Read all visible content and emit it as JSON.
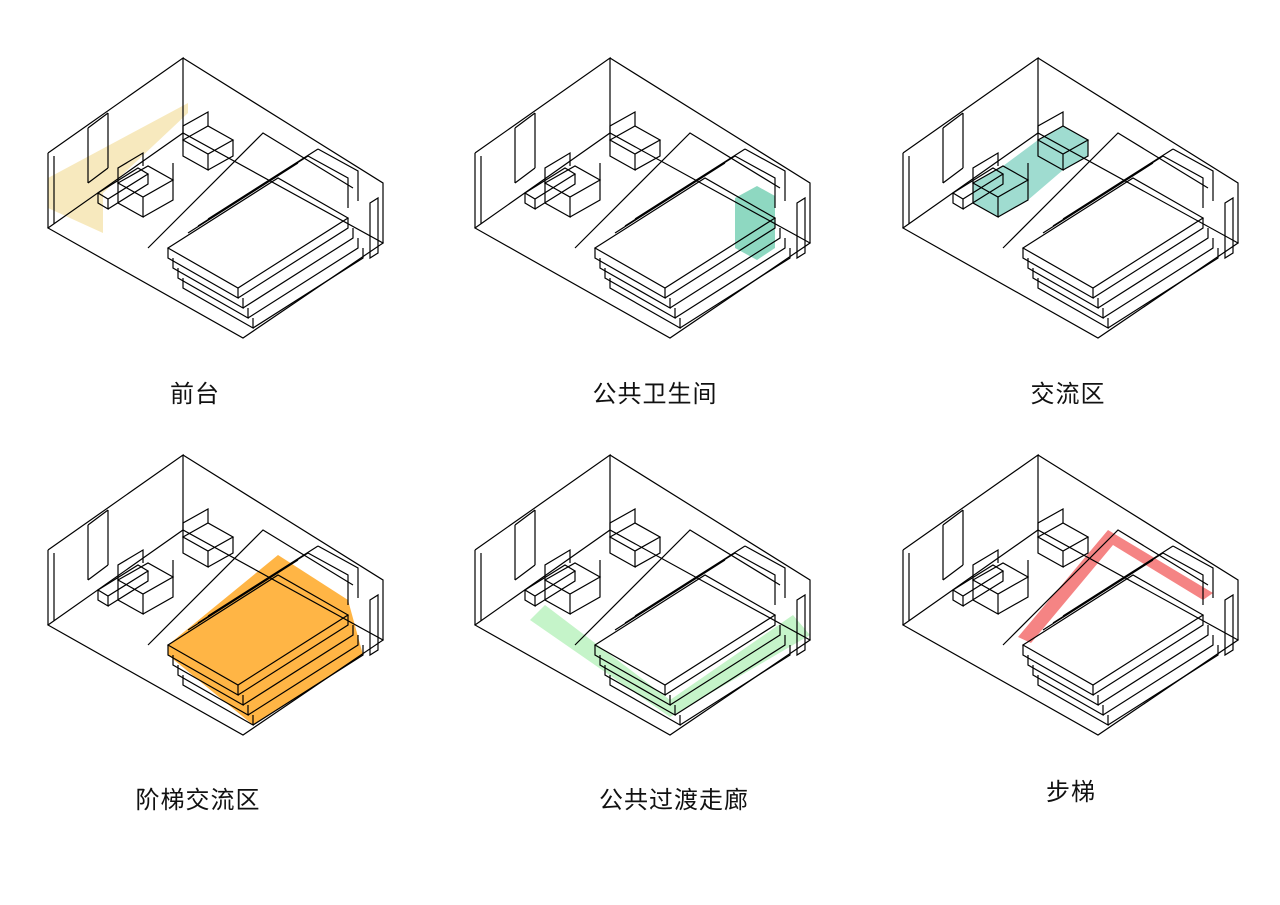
{
  "diagram": {
    "panels": [
      {
        "label": "前台",
        "highlight": "front-desk",
        "color": "#f7e9be"
      },
      {
        "label": "公共卫生间",
        "highlight": "public-restroom",
        "color": "#8ed8c1"
      },
      {
        "label": "交流区",
        "highlight": "exchange-area",
        "color": "#9fdcd0"
      },
      {
        "label": "阶梯交流区",
        "highlight": "stepped-seating",
        "color": "#ffb545"
      },
      {
        "label": "公共过渡走廊",
        "highlight": "corridor",
        "color": "#c5f4c9"
      },
      {
        "label": "步梯",
        "highlight": "staircase",
        "color": "#f58484"
      }
    ],
    "line_color": "#000000"
  }
}
